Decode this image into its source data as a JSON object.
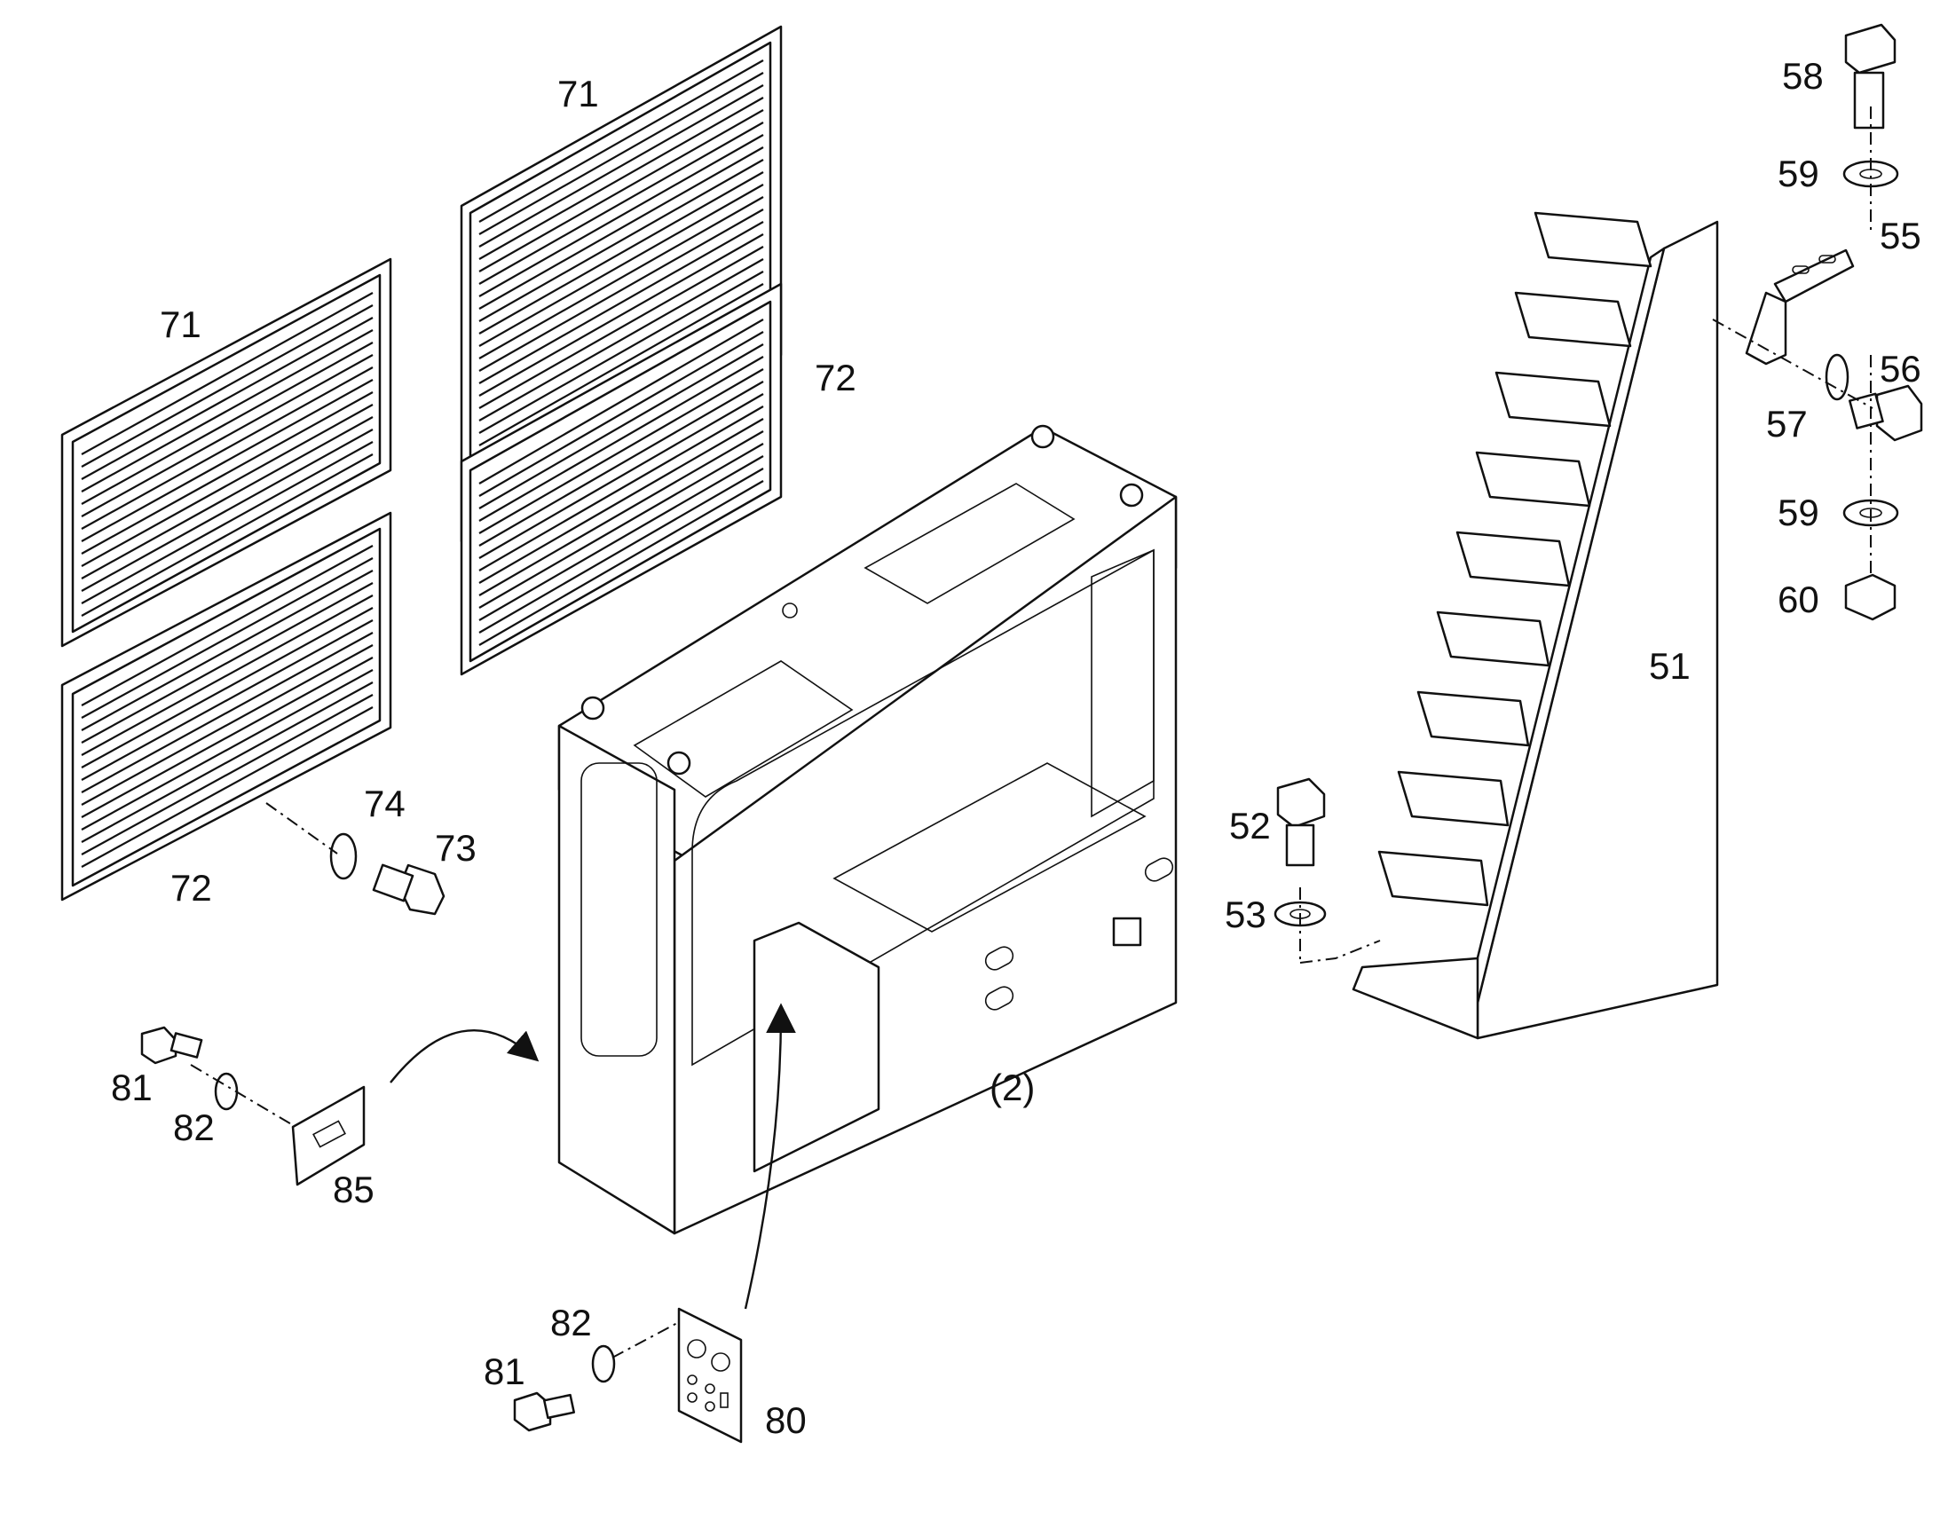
{
  "labels": {
    "l71a": "71",
    "l71b": "71",
    "l72a": "72",
    "l72b": "72",
    "l74": "74",
    "l73": "73",
    "l81a": "81",
    "l82a": "82",
    "l85": "85",
    "l82b": "82",
    "l81b": "81",
    "l80": "80",
    "l2": "(2)",
    "l52": "52",
    "l53": "53",
    "l51": "51",
    "l58": "58",
    "l59a": "59",
    "l55": "55",
    "l56": "56",
    "l57": "57",
    "l59b": "59",
    "l60": "60"
  },
  "colors": {
    "line": "#111111",
    "background": "#ffffff"
  }
}
